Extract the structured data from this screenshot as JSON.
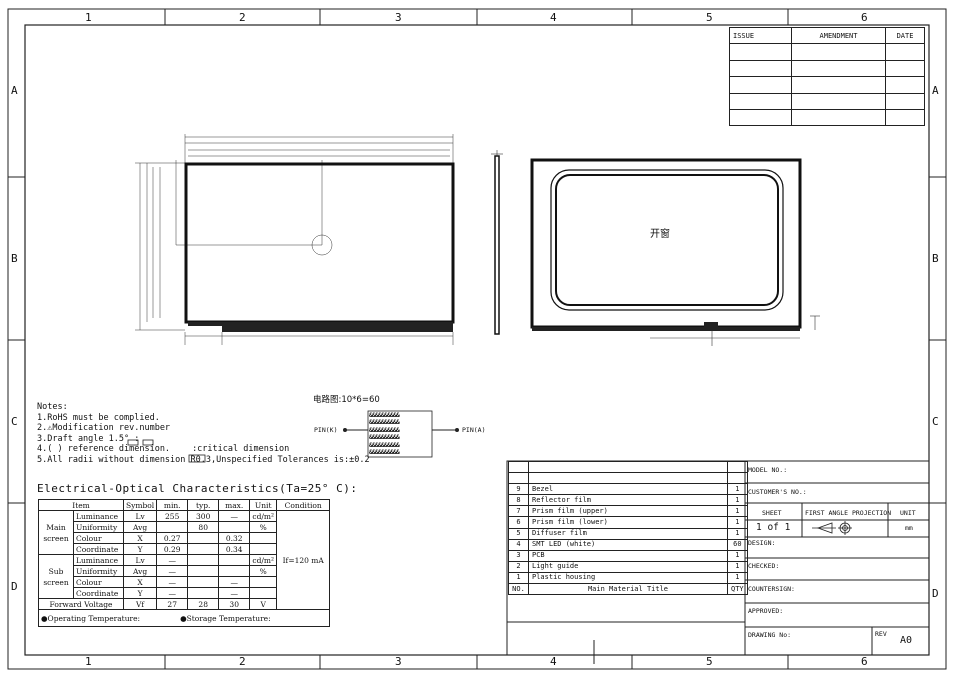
{
  "frame": {
    "col_labels": [
      "1",
      "2",
      "3",
      "4",
      "5",
      "6"
    ],
    "row_labels": [
      "A",
      "B",
      "C",
      "D"
    ]
  },
  "revision_table": {
    "headers": [
      "ISSUE",
      "AMENDMENT",
      "DATE"
    ]
  },
  "drawing": {
    "window_label": "开窗",
    "circuit_title": "电路图:10*6=60",
    "pin_k": "PIN(K)",
    "pin_a": "PIN(A)",
    "led_glyph": "&&&&&&&&&&"
  },
  "notes": {
    "heading": "Notes:",
    "lines": [
      "1.RoHS must be complied.",
      "2.⚠Modification rev.number",
      "3.Draft angle 1.5° :",
      "4.( ) reference dimension.",
      "5.All radii without dimension R0.3,Unspecified Tolerances is:±0.2"
    ],
    "critical_label": ":critical dimension"
  },
  "electro_optical": {
    "title": "Electrical-Optical Characteristics(Ta=25° C):",
    "headers": [
      "Item",
      "Symbol",
      "min.",
      "typ.",
      "max.",
      "Unit",
      "Condition"
    ],
    "main_label": "Main screen",
    "sub_label": "Sub screen",
    "main_rows": [
      [
        "Luminance",
        "Lv",
        "255",
        "300",
        "—",
        "cd/m²"
      ],
      [
        "Uniformity",
        "Avg",
        "",
        "80",
        "",
        "%"
      ],
      [
        "Colour",
        "X",
        "0.27",
        "",
        "0.32",
        ""
      ],
      [
        "Coordinate",
        "Y",
        "0.29",
        "",
        "0.34",
        ""
      ]
    ],
    "sub_rows": [
      [
        "Luminance",
        "Lv",
        "—",
        "",
        "",
        "cd/m²"
      ],
      [
        "Uniformity",
        "Avg",
        "—",
        "",
        "",
        "%"
      ],
      [
        "Colour",
        "X",
        "—",
        "",
        "—",
        ""
      ],
      [
        "Coordinate",
        "Y",
        "—",
        "",
        "—",
        ""
      ]
    ],
    "forward": [
      "Forward Voltage",
      "Vf",
      "27",
      "28",
      "30",
      "V"
    ],
    "condition": "If=120 mA",
    "operating_temp": "●Operating Temperature:",
    "storage_temp": "●Storage Temperature:"
  },
  "bom": {
    "rows": [
      [
        "9",
        "Bezel",
        "1"
      ],
      [
        "8",
        "Reflector film",
        "1"
      ],
      [
        "7",
        "Prism film (upper)",
        "1"
      ],
      [
        "6",
        "Prism film (lower)",
        "1"
      ],
      [
        "5",
        "Diffuser film",
        "1"
      ],
      [
        "4",
        "SMT LED (white)",
        "60"
      ],
      [
        "3",
        "PCB",
        "1"
      ],
      [
        "2",
        "Light guide",
        "1"
      ],
      [
        "1",
        "Plastic housing",
        "1"
      ]
    ],
    "header": [
      "NO.",
      "Main Material Title",
      "QTY"
    ]
  },
  "title_block": {
    "model_no": "MODEL NO.:",
    "customer_no": "CUSTOMER'S NO.:",
    "sheet": "SHEET",
    "projection": "FIRST ANGLE PROJECTION",
    "unit": "UNIT",
    "sheet_value": "1 of 1",
    "unit_value": "mm",
    "design": "DESIGN:",
    "checked": "CHECKED:",
    "countersign": "COUNTERSIGN:",
    "approved": "APPROVED:",
    "drawing_no": "DRAWING No:",
    "rev": "REV",
    "rev_value": "A0"
  }
}
